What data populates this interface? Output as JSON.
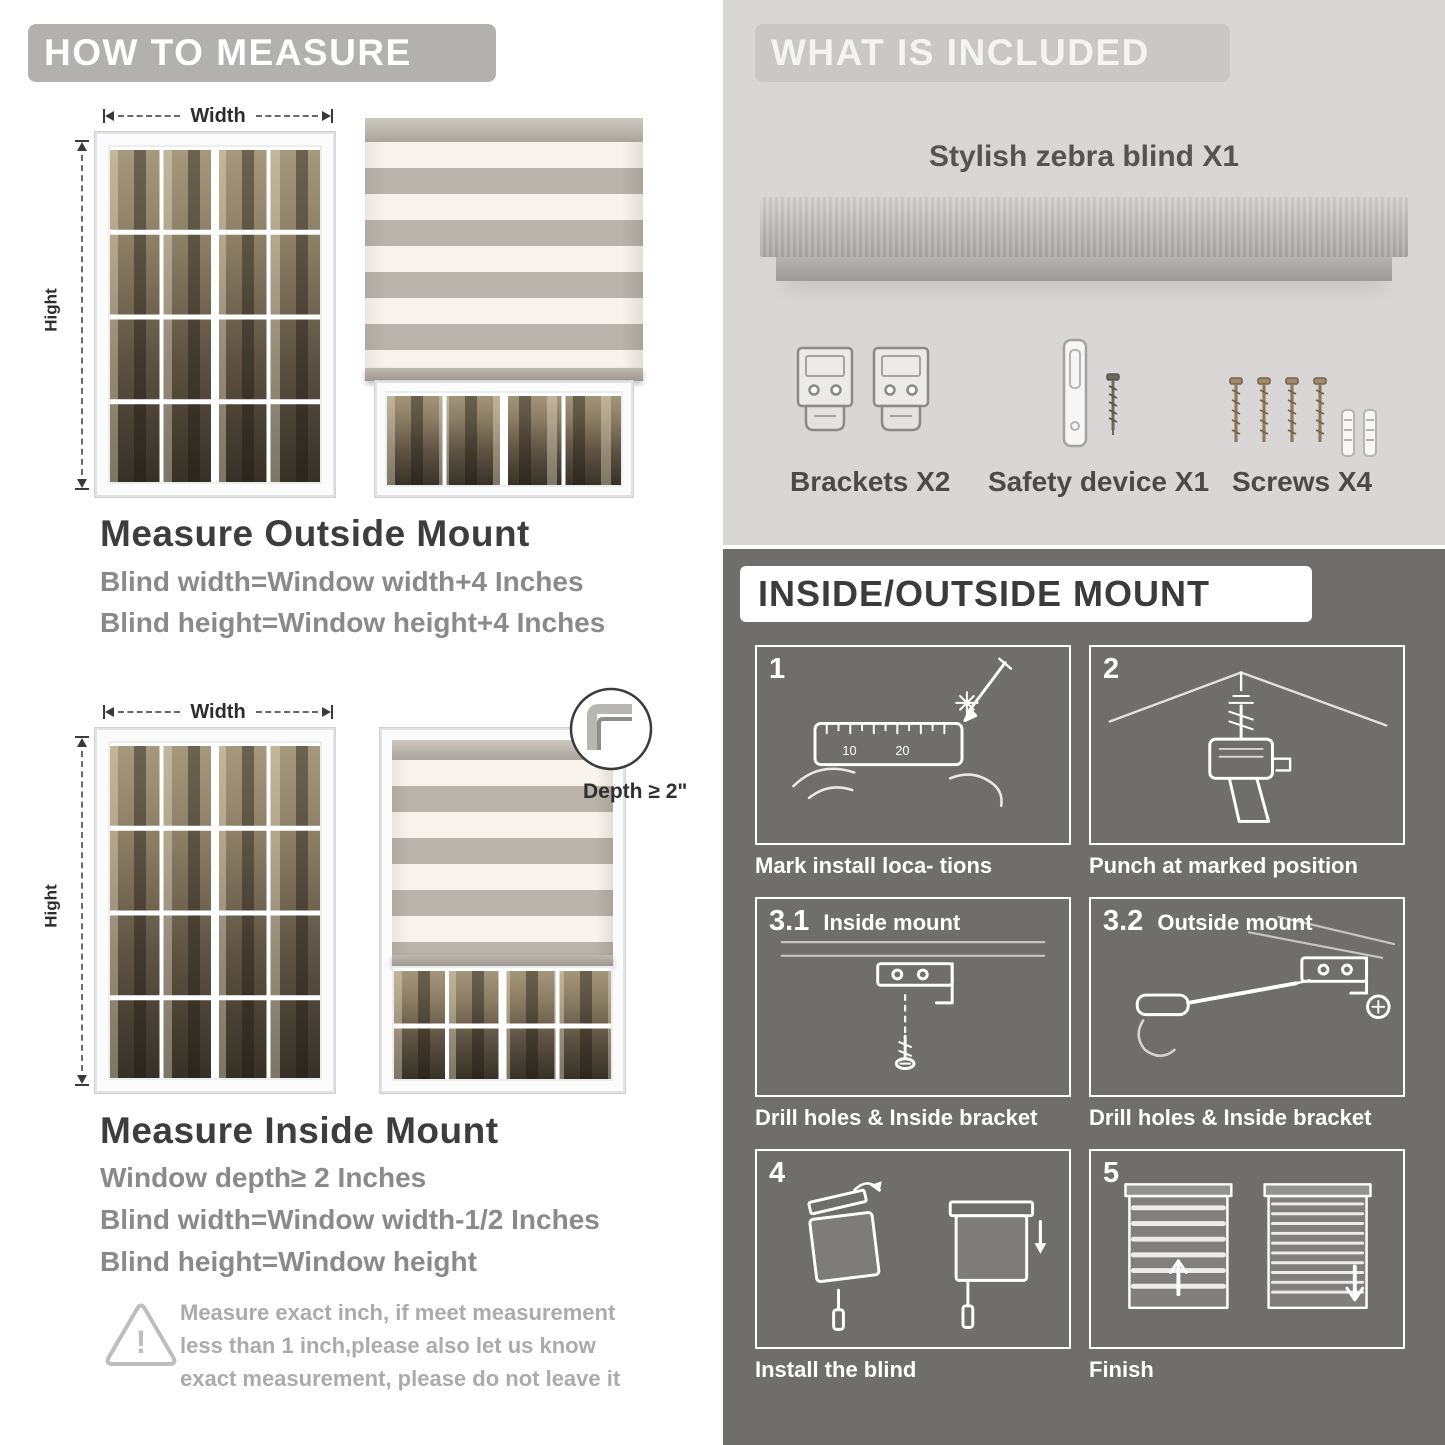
{
  "left": {
    "header": "HOW TO MEASURE",
    "labels": {
      "width": "Width",
      "height": "Hight",
      "depth": "Depth ≥ 2\""
    },
    "outside": {
      "title": "Measure Outside Mount",
      "lines": [
        "Blind width=Window width+4 Inches",
        "Blind height=Window height+4 Inches"
      ]
    },
    "inside": {
      "title": "Measure Inside Mount",
      "lines": [
        "Window depth≥ 2 Inches",
        "Blind width=Window width-1/2 Inches",
        "Blind height=Window height"
      ]
    },
    "warning": "Measure exact inch, if meet measurement less than 1 inch,please also let us know exact measurement, please do not leave it",
    "warning_icon": "!"
  },
  "right": {
    "included": {
      "header": "WHAT IS INCLUDED",
      "product": "Stylish zebra blind X1",
      "items": [
        "Brackets X2",
        "Safety device X1",
        "Screws X4"
      ]
    },
    "mount": {
      "header": "INSIDE/OUTSIDE MOUNT",
      "steps": [
        {
          "num": "1",
          "title": "",
          "caption": "Mark install loca- tions"
        },
        {
          "num": "2",
          "title": "",
          "caption": "Punch at  marked position"
        },
        {
          "num": "3.1",
          "title": "Inside mount",
          "caption": "Drill holes &  Inside bracket"
        },
        {
          "num": "3.2",
          "title": "Outside mount",
          "caption": "Drill holes &  Inside bracket"
        },
        {
          "num": "4",
          "title": "",
          "caption": "Install the blind"
        },
        {
          "num": "5",
          "title": "",
          "caption": "Finish"
        }
      ]
    }
  }
}
